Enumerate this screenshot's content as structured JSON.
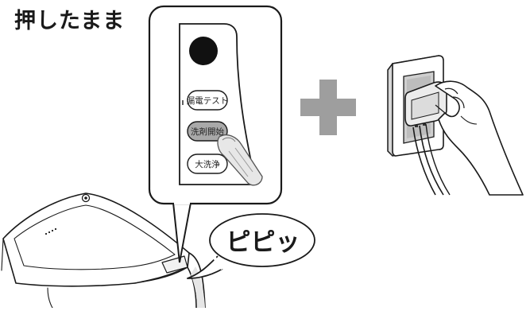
{
  "instruction": {
    "hold_text": "押したまま",
    "beep_text": "ピピッ"
  },
  "panel": {
    "buttons": [
      {
        "label": "漏電テスト",
        "pressed": false
      },
      {
        "label": "洗剤開始",
        "pressed": true
      },
      {
        "label": "大洗浄",
        "pressed": false
      }
    ]
  },
  "colors": {
    "line": "#1a1a1a",
    "plus_sign": "#9e9e9e",
    "pressed_button": "#a9a9a9",
    "outlet": "#cfcfcf"
  },
  "icons": {
    "plus": "plus-sign",
    "hand": "pressing-hand",
    "plug": "power-plug"
  }
}
